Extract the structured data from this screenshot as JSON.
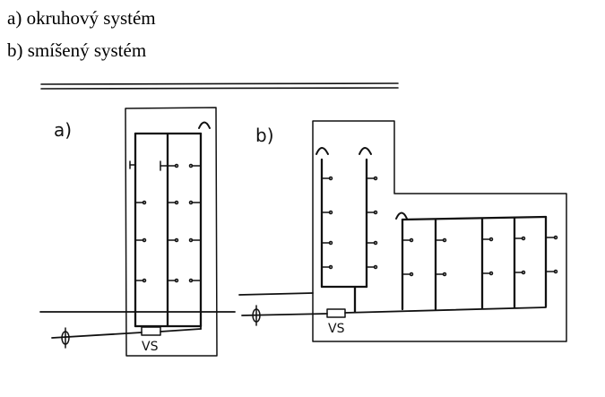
{
  "captions": {
    "a": "a) okruhový systém",
    "b": "b) smíšený systém"
  },
  "diagram": {
    "label_a": "a)",
    "label_b": "b)",
    "valve_label_a": "VS",
    "valve_label_b": "VS",
    "line_color": "#111111"
  }
}
